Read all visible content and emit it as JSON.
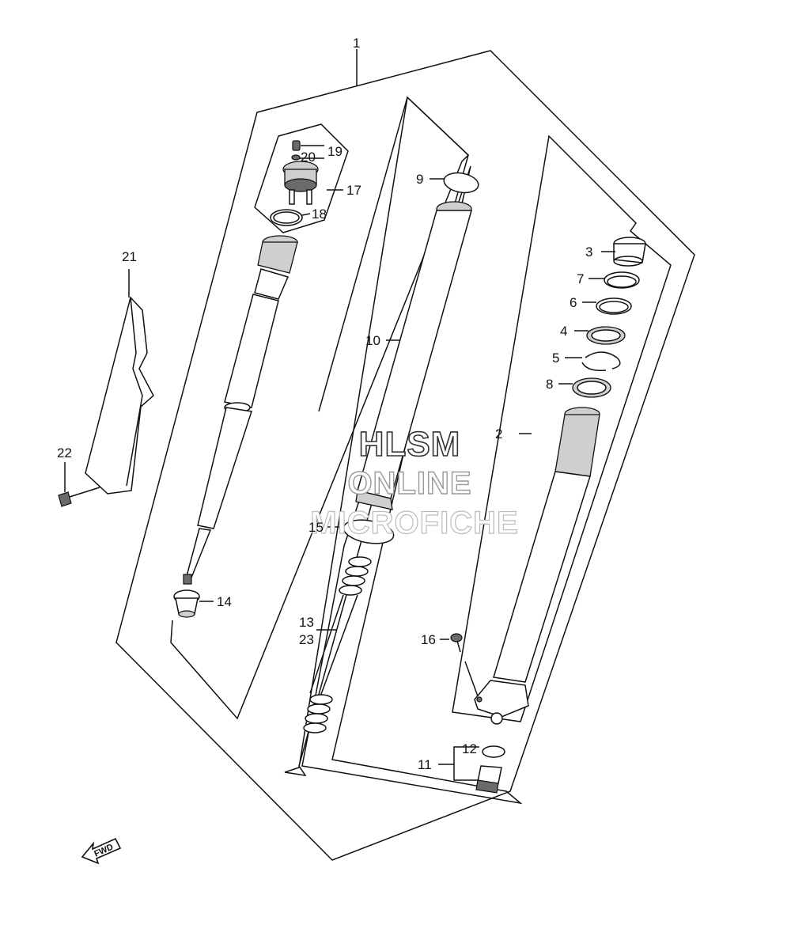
{
  "diagram": {
    "watermark": [
      "HLSM",
      "ONLINE",
      "MICROFICHE"
    ],
    "fwd_label": "FWD",
    "labels": {
      "p1": "1",
      "p2": "2",
      "p3": "3",
      "p4": "4",
      "p5": "5",
      "p6": "6",
      "p7": "7",
      "p8": "8",
      "p9": "9",
      "p10": "10",
      "p11": "11",
      "p12": "12",
      "p13": "13",
      "p14": "14",
      "p15": "15",
      "p16": "16",
      "p17": "17",
      "p18": "18",
      "p19": "19",
      "p20": "20",
      "p21": "21",
      "p22": "22",
      "p23": "23"
    }
  }
}
